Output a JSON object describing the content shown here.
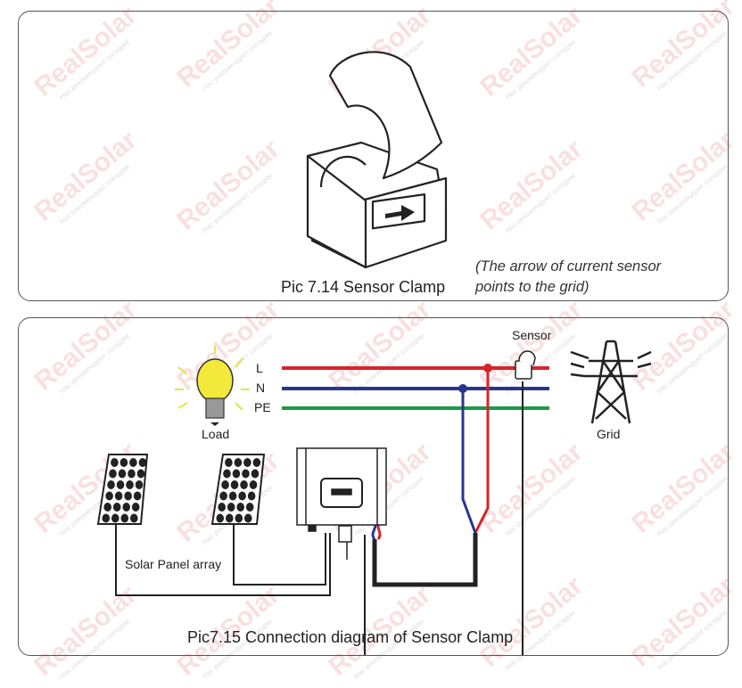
{
  "watermark": {
    "brand": "RealSolar",
    "slogan": "Нас рекомендуют соседям"
  },
  "figure1": {
    "caption": "Pic 7.14 Sensor Clamp",
    "note_line1": "(The arrow of current sensor",
    "note_line2": "points to the grid)"
  },
  "figure2": {
    "caption": "Pic7.15 Connection diagram of Sensor Clamp",
    "labels": {
      "L": "L",
      "N": "N",
      "PE": "PE",
      "load": "Load",
      "sensor": "Sensor",
      "grid": "Grid",
      "solar_array": "Solar Panel array"
    },
    "colors": {
      "L": "#d6242a",
      "N": "#2a3590",
      "PE": "#1a9a4a",
      "bulb": "#f3e93a"
    }
  }
}
